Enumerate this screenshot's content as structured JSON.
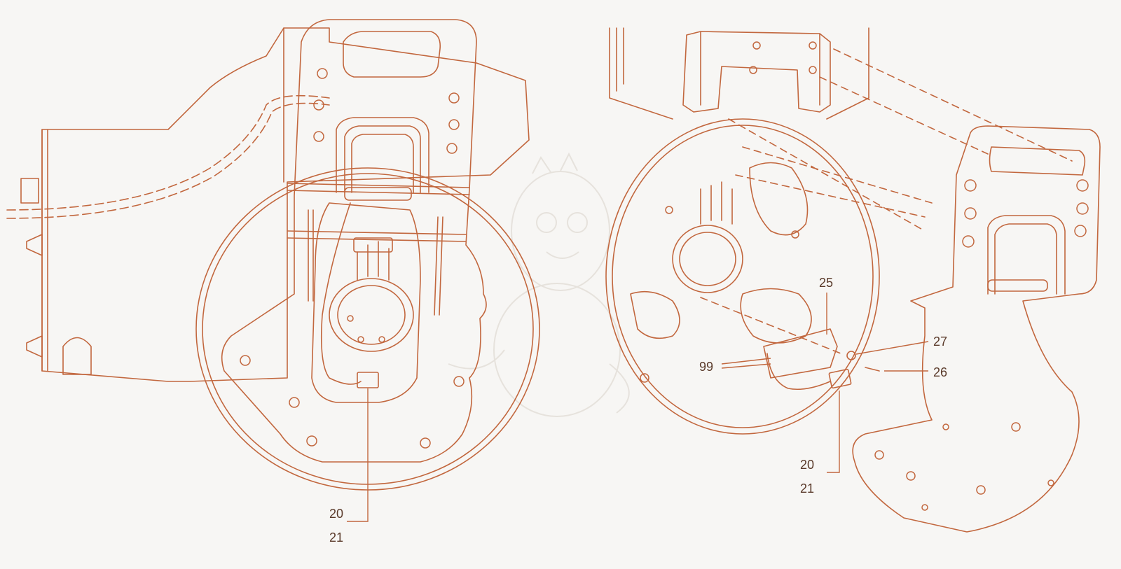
{
  "diagram": {
    "colors": {
      "background": "#f7f6f4",
      "line": "#c2673e",
      "line_dark": "#b0552f",
      "callout_text": "#5a3a2a",
      "watermark": "#d9d2ca"
    },
    "left_view": {
      "callouts": [
        "20",
        "21"
      ]
    },
    "right_view": {
      "callouts": [
        "25",
        "27",
        "26",
        "99",
        "20",
        "21"
      ]
    }
  }
}
